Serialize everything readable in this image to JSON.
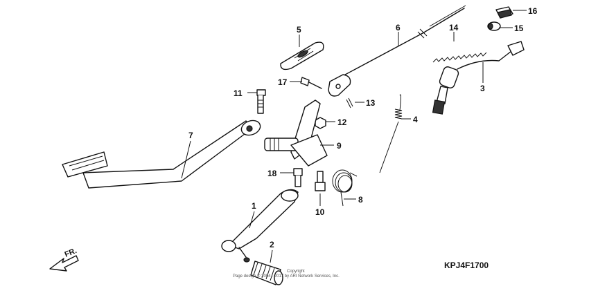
{
  "callouts": [
    {
      "id": "1",
      "label": "1"
    },
    {
      "id": "2",
      "label": "2"
    },
    {
      "id": "3",
      "label": "3"
    },
    {
      "id": "4",
      "label": "4"
    },
    {
      "id": "5",
      "label": "5"
    },
    {
      "id": "6",
      "label": "6"
    },
    {
      "id": "7",
      "label": "7"
    },
    {
      "id": "8",
      "label": "8"
    },
    {
      "id": "9",
      "label": "9"
    },
    {
      "id": "10",
      "label": "10"
    },
    {
      "id": "11",
      "label": "11"
    },
    {
      "id": "12",
      "label": "12"
    },
    {
      "id": "13",
      "label": "13"
    },
    {
      "id": "14",
      "label": "14"
    },
    {
      "id": "15",
      "label": "15"
    },
    {
      "id": "16",
      "label": "16"
    },
    {
      "id": "17",
      "label": "17"
    },
    {
      "id": "18",
      "label": "18"
    }
  ],
  "diagram_code": "KPJ4F1700",
  "direction_label": "FR.",
  "copyright": {
    "line1": "Copyright",
    "line2": "Page design © 2004 - 2017 by ARI Network Services, Inc."
  }
}
